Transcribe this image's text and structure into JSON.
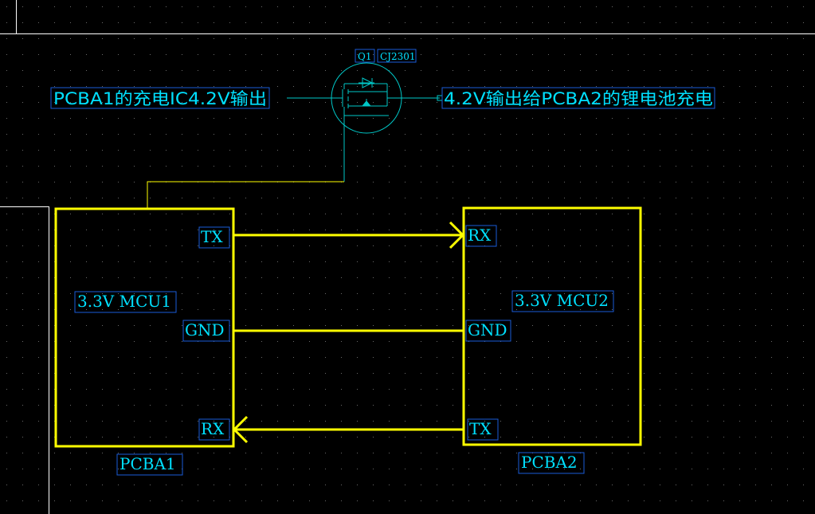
{
  "colors": {
    "background": "#000000",
    "grid_dot": "#6a6a6a",
    "wire": "#ffff00",
    "component_outline": "#00c8c8",
    "label_text": "#00e0ff",
    "label_box": "#1a5bd8",
    "cursor_line": "#ffffff"
  },
  "mosfet": {
    "designator": "Q1",
    "part_number": "CJ2301"
  },
  "notes": {
    "input": "PCBA1的充电IC4.2V输出",
    "output": "4.2V输出给PCBA2的锂电池充电"
  },
  "pcba1": {
    "mcu_label": "3.3V MCU1",
    "name": "PCBA1",
    "pins": {
      "tx": "TX",
      "gnd": "GND",
      "rx": "RX"
    }
  },
  "pcba2": {
    "mcu_label": "3.3V MCU2",
    "name": "PCBA2",
    "pins": {
      "rx": "RX",
      "gnd": "GND",
      "tx": "TX"
    }
  },
  "icons": {
    "mosfet": "p-channel-mosfet-icon",
    "arrow": "arrow-head-icon"
  }
}
